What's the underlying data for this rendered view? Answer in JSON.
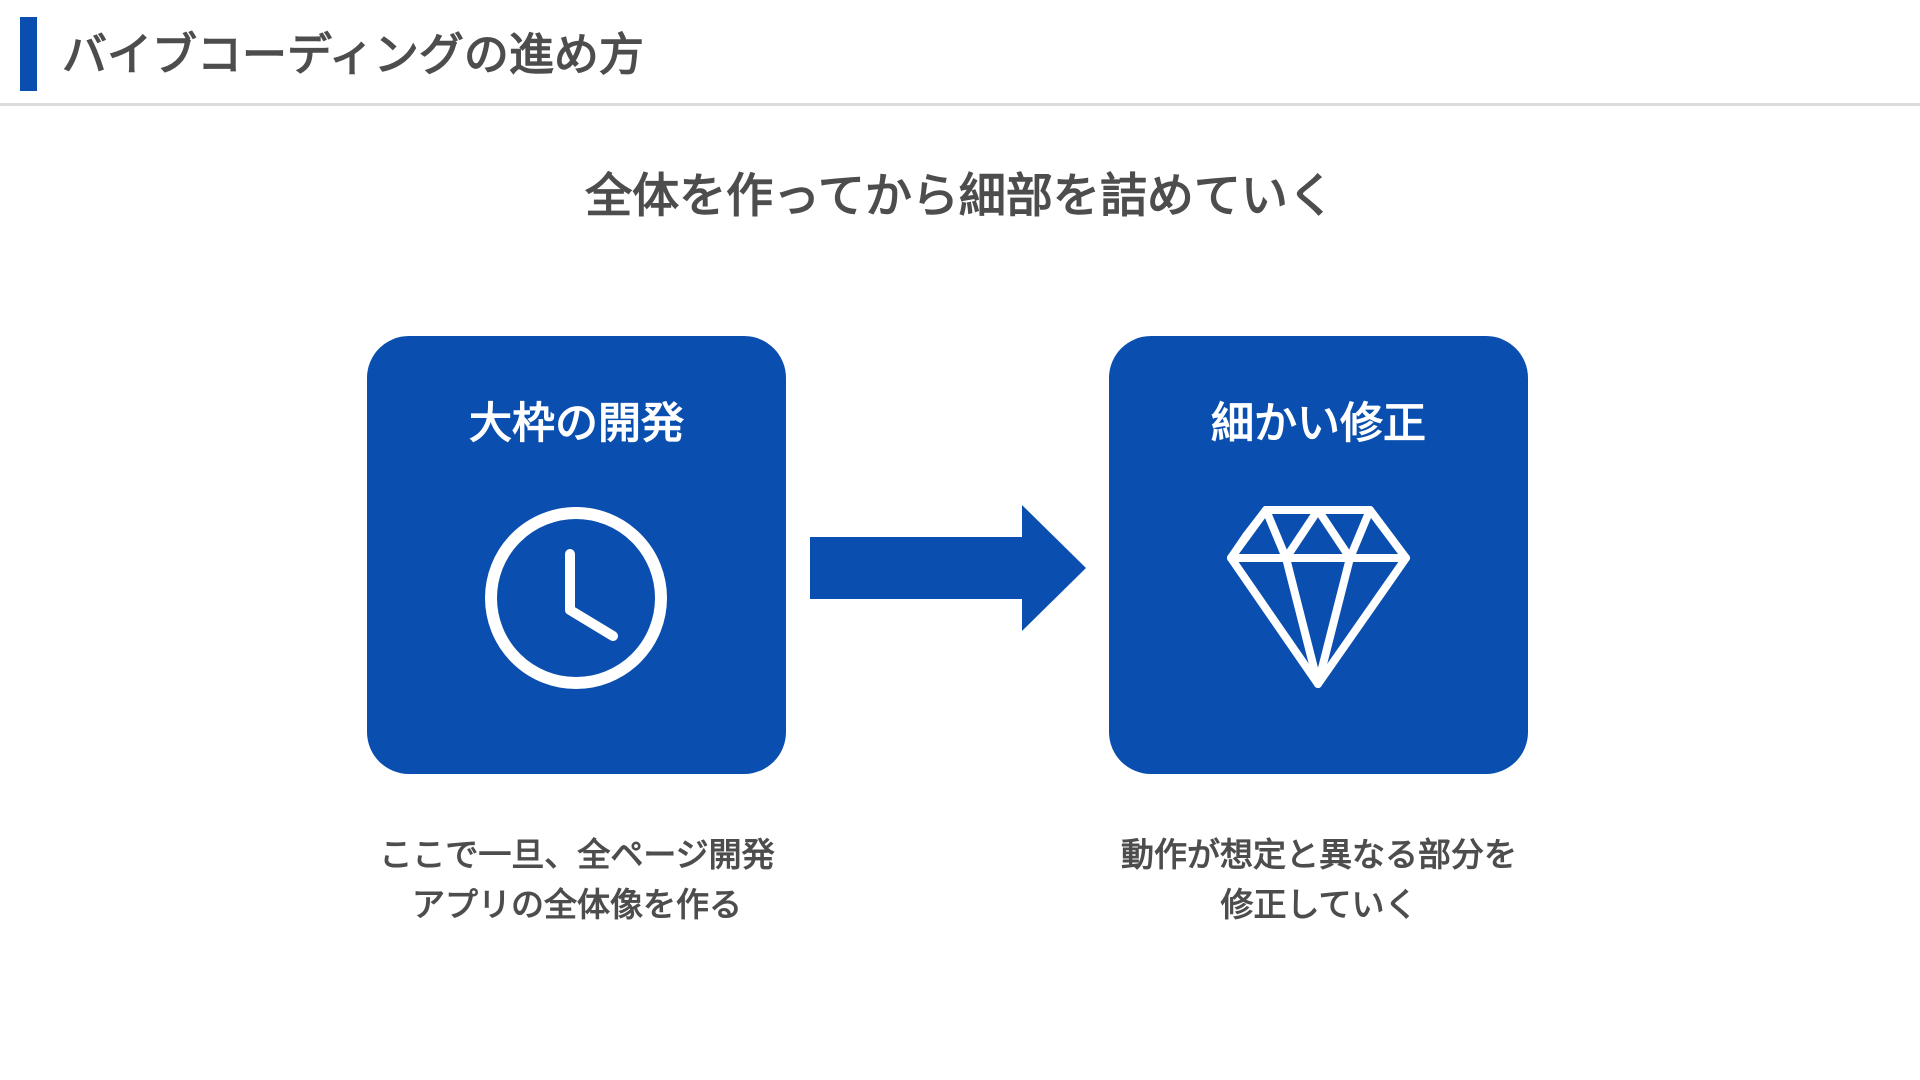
{
  "slide": {
    "title": "バイブコーディングの進め方",
    "subtitle": "全体を作ってから細部を詰めていく"
  },
  "steps": [
    {
      "title": "大枠の開発",
      "icon": "clock-icon",
      "description": [
        "ここで一旦、全ページ開発",
        "アプリの全体像を作る"
      ]
    },
    {
      "title": "細かい修正",
      "icon": "diamond-icon",
      "description": [
        "動作が想定と異なる部分を",
        "修正していく"
      ]
    }
  ],
  "colors": {
    "accent": "#0a4faf",
    "text": "#4d4d4d",
    "divider": "#dcdcdc"
  }
}
